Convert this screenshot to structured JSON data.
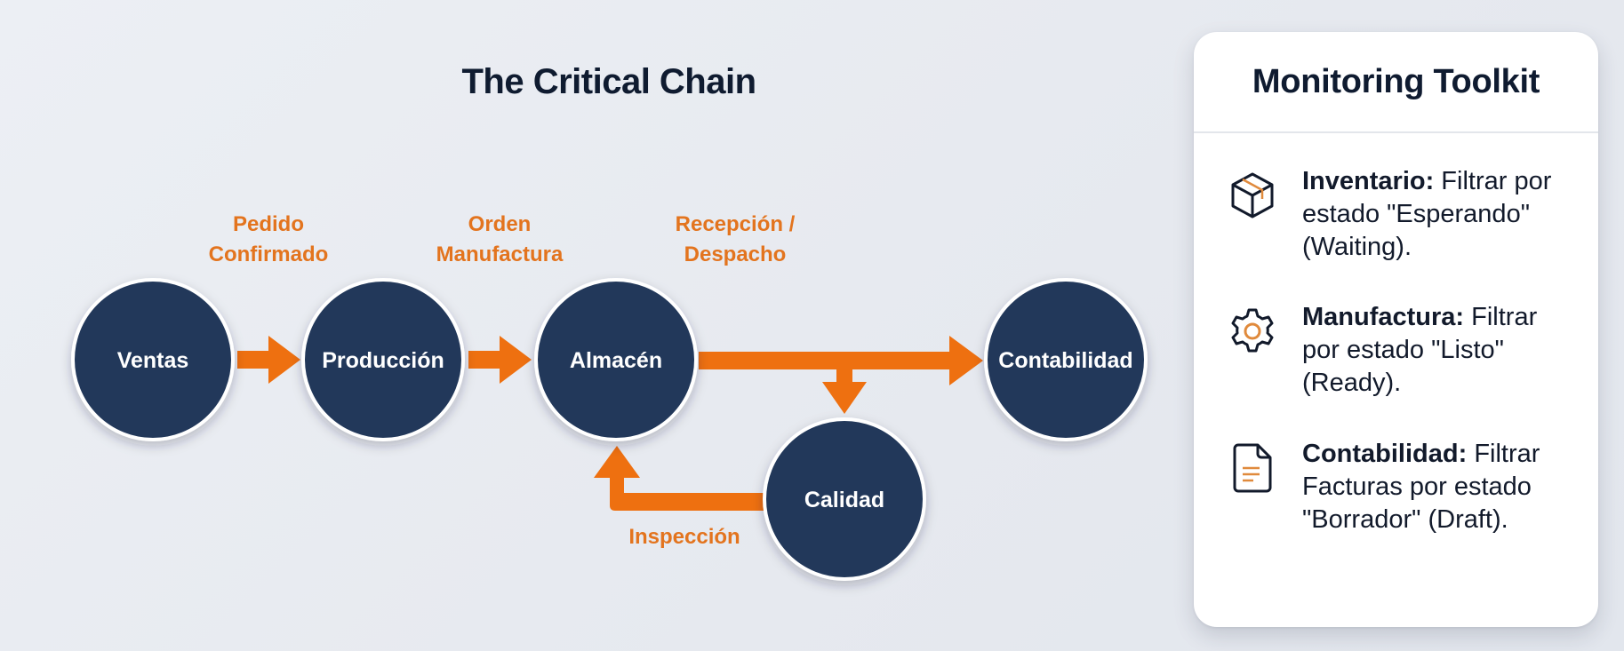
{
  "title": "The Critical Chain",
  "colors": {
    "node_fill": "#22385a",
    "node_border": "#ffffff",
    "arrow": "#ee7010",
    "edge_label": "#e3741e",
    "title": "#0f1b30"
  },
  "diagram": {
    "nodes": [
      {
        "id": "ventas",
        "label": "Ventas"
      },
      {
        "id": "produccion",
        "label": "Producción"
      },
      {
        "id": "almacen",
        "label": "Almacén"
      },
      {
        "id": "contabilidad",
        "label": "Contabilidad"
      },
      {
        "id": "calidad",
        "label": "Calidad"
      }
    ],
    "edges": [
      {
        "from": "ventas",
        "to": "produccion",
        "label": [
          "Pedido",
          "Confirmado"
        ]
      },
      {
        "from": "produccion",
        "to": "almacen",
        "label": [
          "Orden",
          "Manufactura"
        ]
      },
      {
        "from": "almacen",
        "to": "contabilidad",
        "label": [
          "Recepción /",
          "Despacho"
        ]
      },
      {
        "from": "almacen",
        "to": "calidad",
        "label": []
      },
      {
        "from": "calidad",
        "to": "almacen",
        "label": [
          "Inspección"
        ]
      }
    ]
  },
  "panel": {
    "title": "Monitoring Toolkit",
    "items": [
      {
        "icon": "box-icon",
        "heading": "Inventario:",
        "body": " Filtrar por estado \"Esperando\" (Waiting)."
      },
      {
        "icon": "gear-icon",
        "heading": "Manufactura:",
        "body": " Filtrar por estado \"Listo\" (Ready)."
      },
      {
        "icon": "document-icon",
        "heading": "Contabilidad:",
        "body": " Filtrar Facturas por estado \"Borrador\" (Draft)."
      }
    ]
  }
}
